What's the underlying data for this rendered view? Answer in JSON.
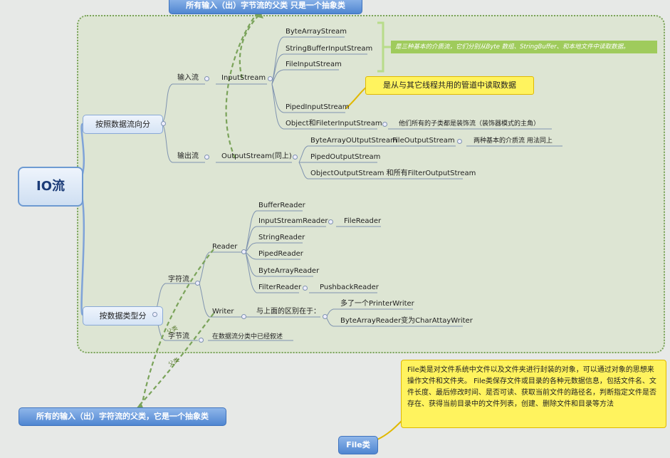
{
  "root": {
    "label": "IO流"
  },
  "top_banner": "所有输入（出）字节流的父类  只是一个抽象类",
  "bottom_banner": "所有的输入（出）字符流的父类，它是一个抽象类",
  "file_node": "File类",
  "branches": {
    "by_direction": "按照数据流向分",
    "by_type": "按数据类型分"
  },
  "direction": {
    "input": {
      "label": "输入流",
      "stream": "InputStream",
      "children": [
        "ByteArrayStream",
        "StringBufferInputStream",
        "FileInputStream",
        "PipedInputStream",
        "Object和FileterInputStream"
      ],
      "object_note": "他们所有的子类都是装饰流（装饰器模式的主角）"
    },
    "output": {
      "label": "输出流",
      "stream": "OutputStream(同上)",
      "children": [
        "ByteArrayOUtputStream",
        "PipedOutputStream",
        "ObjectOutputStream 和所有FilterOutputStream"
      ],
      "file_output": "FileOutputStream",
      "file_output_note": "两种基本的介质流 用法同上"
    }
  },
  "type": {
    "char_stream": "字符流",
    "byte_stream": "字节流",
    "byte_note": "在数据流分类中已经叙述",
    "reader": {
      "label": "Reader",
      "children": [
        "BufferReader",
        "InputStreamReader",
        "StringReader",
        "PipedReader",
        "ByteArrayReader",
        "FilterReader"
      ],
      "file_reader": "FileReader",
      "pushback": "PushbackReader"
    },
    "writer": {
      "label": "Writer",
      "diff": "与上面的区别在于：",
      "diff_items": [
        "多了一个PrinterWriter",
        "ByteArrayReader变为CharAttayWriter"
      ]
    }
  },
  "notes": {
    "green": "是三种基本的介质流，它们分别从Byte 数组、StringBuffer、和本地文件中读取数据。",
    "yellow": "是从与其它线程共用的管道中读取数据",
    "file": "File类是对文件系统中文件以及文件夹进行封装的对象，可以通过对象的思想来操作文件和文件夹。 File类保存文件或目录的各种元数据信息，包括文件名、文件长度、最后修改时间、是否可读、获取当前文件的路径名，判断指定文件是否存在、获得当前目录中的文件列表，创建、删除文件和目录等方法"
  },
  "relation_labels": [
    "父类",
    "父类"
  ]
}
